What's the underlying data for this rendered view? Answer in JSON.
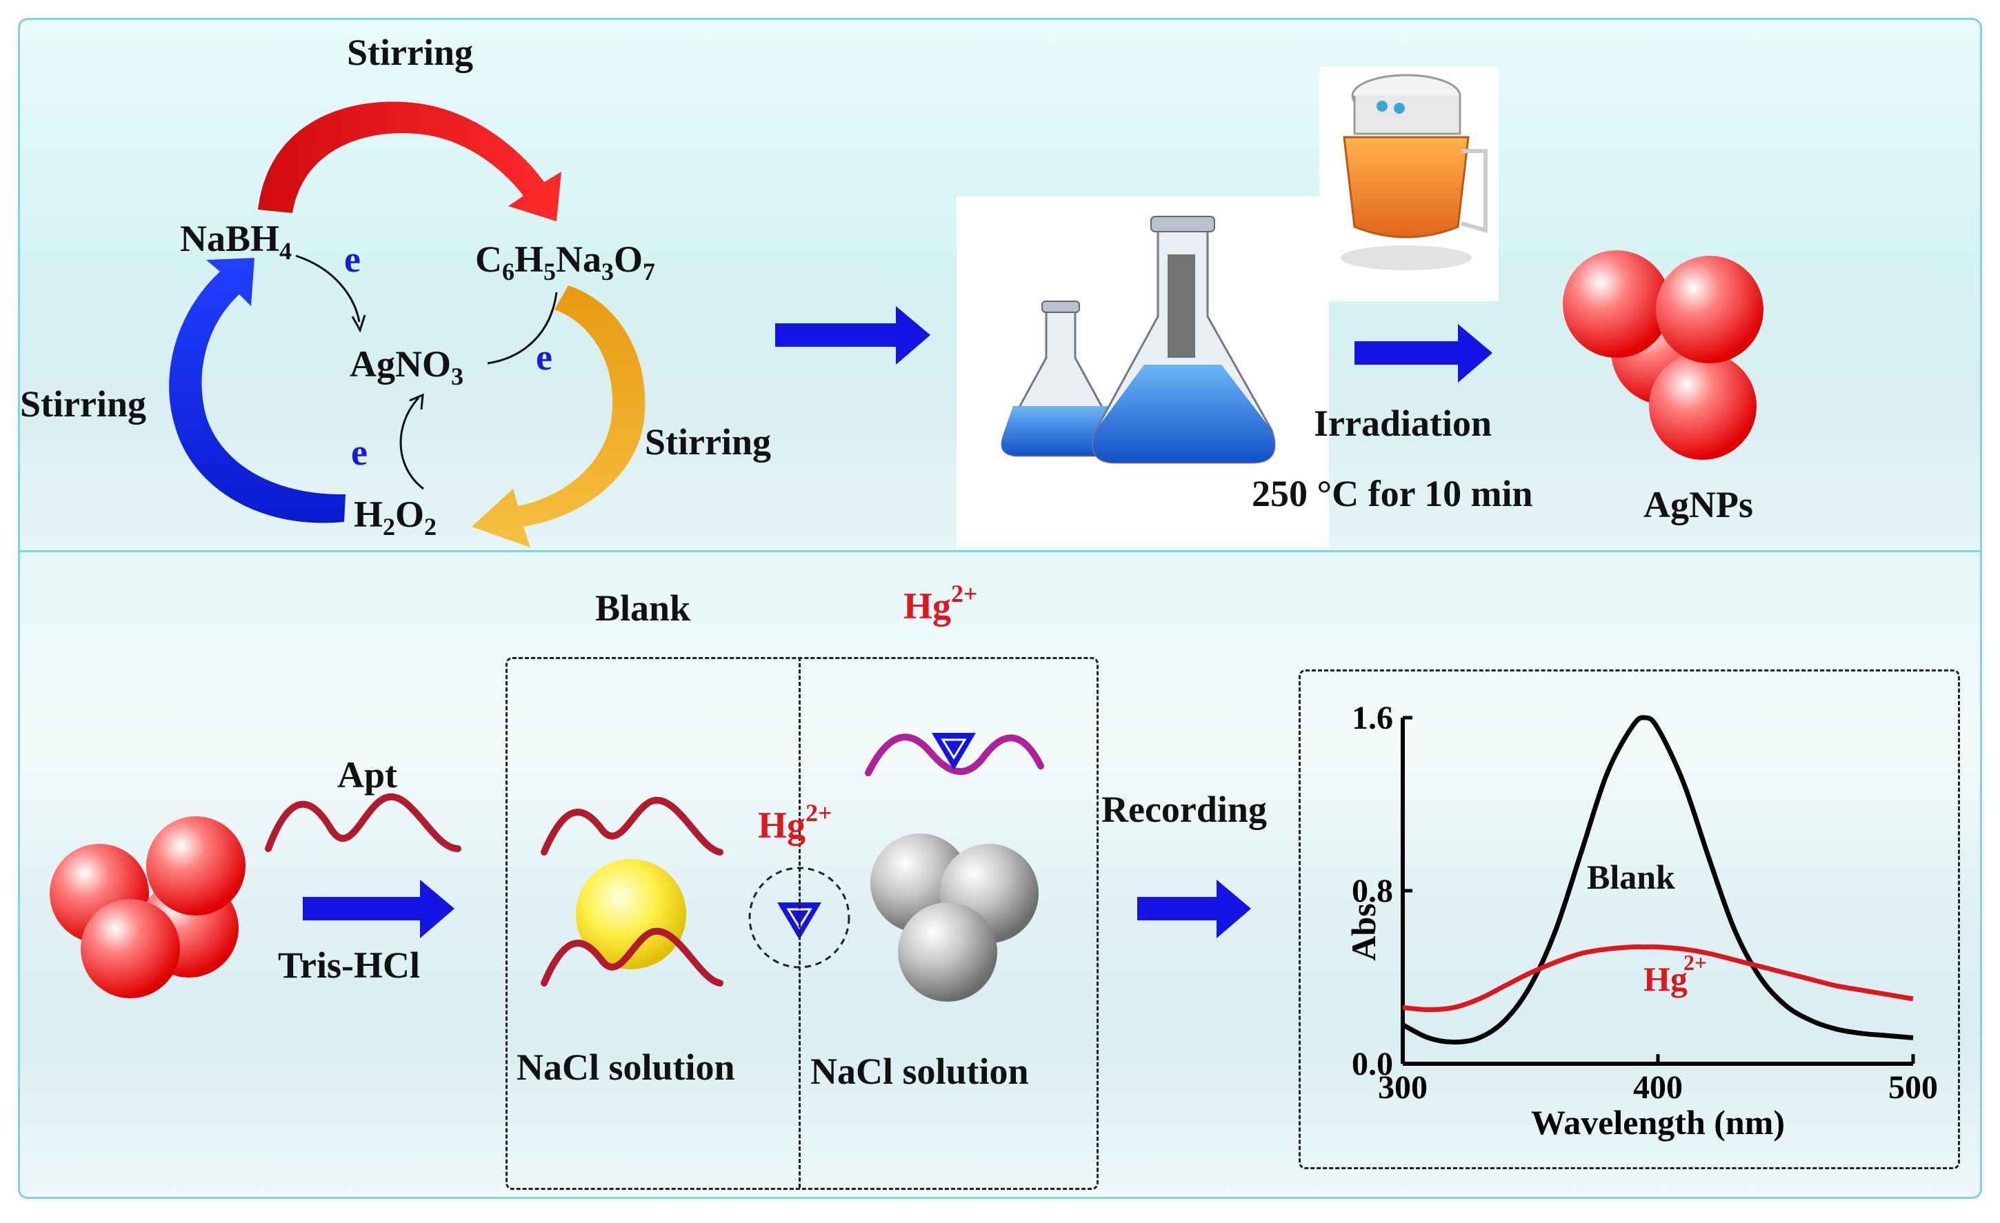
{
  "top": {
    "stirring_top": "Stirring",
    "stirring_left": "Stirring",
    "stirring_right": "Stirring",
    "nabh4": "NaBH",
    "nabh4_sub": "4",
    "citrate_c": "C",
    "citrate_sub1": "6",
    "citrate_h": "H",
    "citrate_sub2": "5",
    "citrate_na": "Na",
    "citrate_sub3": "3",
    "citrate_o": "O",
    "citrate_sub4": "7",
    "agno3": "AgNO",
    "agno3_sub": "3",
    "h2o2_h": "H",
    "h2o2_sub1": "2",
    "h2o2_o": "O",
    "h2o2_sub2": "2",
    "electron": "e",
    "irradiation": "Irradiation",
    "conditions": "250 °C for 10 min",
    "product": "AgNPs"
  },
  "bottom": {
    "apt": "Apt",
    "tris": "Tris-HCl",
    "blank_header": "Blank",
    "hg_header": "Hg",
    "hg_sup": "2+",
    "hg_mid": "Hg",
    "hg_mid_sup": "2+",
    "nacl_left": "NaCl solution",
    "nacl_right": "NaCl solution",
    "recording": "Recording"
  },
  "colors": {
    "arrow_blue": "#1414e6",
    "stir_red": "#e8141c",
    "stir_orange": "#f0a81a",
    "stir_blue": "#1a2ef0",
    "np_red": "#ff3a3a",
    "aptamer": "#b31a2e",
    "aptamer_purple": "#b0209a",
    "gold_np": "#f6e21a",
    "gray_np": "#a8a8a8"
  },
  "chart_data": {
    "type": "line",
    "xlabel": "Wavelength (nm)",
    "ylabel": "Abs",
    "xlim": [
      300,
      500
    ],
    "ylim": [
      0.0,
      1.6
    ],
    "x_ticks": [
      "300",
      "400",
      "500"
    ],
    "y_ticks": [
      "0.0",
      "0.8",
      "1.6"
    ],
    "x": [
      300,
      310,
      320,
      330,
      340,
      350,
      360,
      370,
      380,
      390,
      395,
      400,
      410,
      420,
      430,
      440,
      450,
      460,
      470,
      480,
      490,
      500
    ],
    "series": [
      {
        "name": "Blank",
        "color": "#000000",
        "values": [
          0.18,
          0.12,
          0.1,
          0.12,
          0.2,
          0.36,
          0.62,
          0.98,
          1.34,
          1.56,
          1.6,
          1.55,
          1.3,
          0.95,
          0.62,
          0.4,
          0.27,
          0.2,
          0.16,
          0.14,
          0.13,
          0.12
        ]
      },
      {
        "name": "Hg",
        "name_sup": "2+",
        "color": "#e0161c",
        "values": [
          0.26,
          0.25,
          0.26,
          0.3,
          0.36,
          0.42,
          0.47,
          0.51,
          0.53,
          0.54,
          0.54,
          0.54,
          0.53,
          0.51,
          0.48,
          0.45,
          0.42,
          0.39,
          0.36,
          0.34,
          0.32,
          0.3
        ]
      }
    ]
  }
}
